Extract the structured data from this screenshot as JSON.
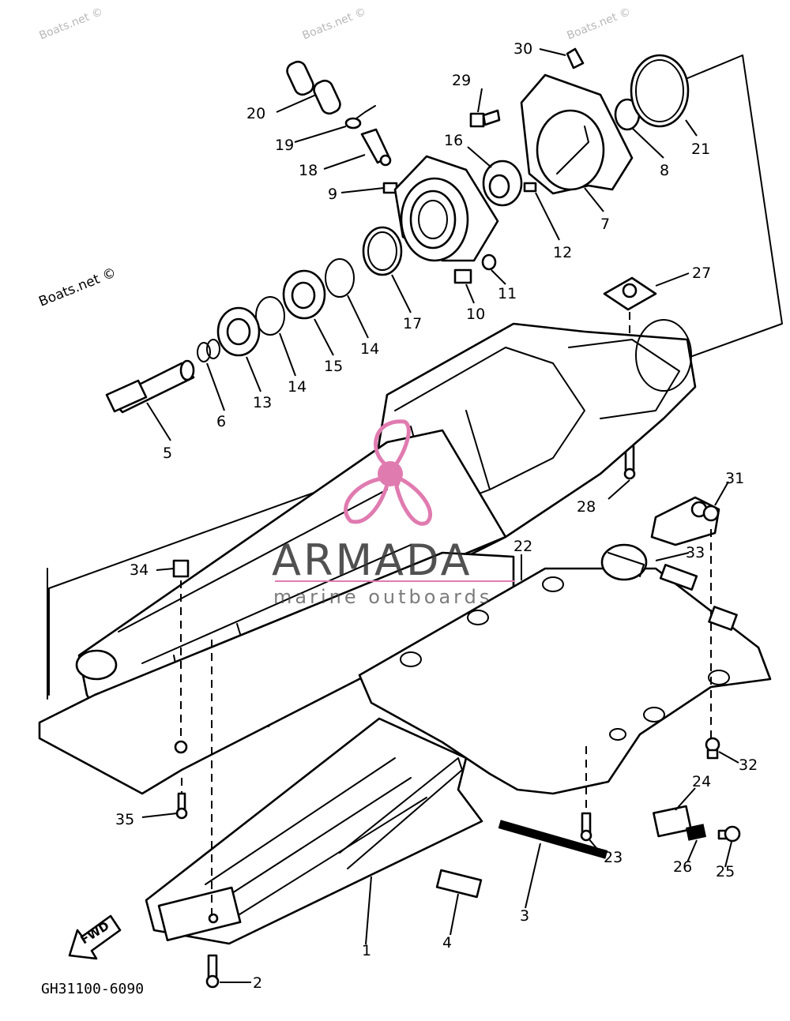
{
  "watermarks": [
    "Boats.net ©",
    "Boats.net ©",
    "Boats.net ©",
    "Boats.net ©"
  ],
  "brand": {
    "name": "ARMADA",
    "tagline": "marine outboards",
    "color": "#e07bb0"
  },
  "diagram_code": "GH31100-6090",
  "fwd_label": "FWD",
  "callouts": [
    "20",
    "19",
    "18",
    "9",
    "29",
    "16",
    "30",
    "21",
    "8",
    "7",
    "12",
    "11",
    "10",
    "17",
    "14",
    "15",
    "14",
    "13",
    "6",
    "5",
    "27",
    "28",
    "31",
    "22",
    "33",
    "34",
    "32",
    "35",
    "24",
    "23",
    "26",
    "25",
    "3",
    "4",
    "1",
    "2"
  ]
}
